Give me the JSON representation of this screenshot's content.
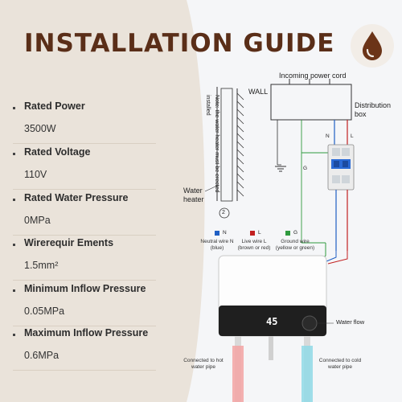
{
  "title": "INSTALLATION GUIDE",
  "specs": [
    {
      "label": "Rated Power",
      "value": "3500W"
    },
    {
      "label": "Rated Voltage",
      "value": "110V"
    },
    {
      "label": "Rated Water Pressure",
      "value": "0MPa"
    },
    {
      "label": "Wirerequir Ements",
      "value": "1.5mm²"
    },
    {
      "label": "Minimum Inflow Pressure",
      "value": "0.05MPa"
    },
    {
      "label": "Maximum Inflow Pressure",
      "value": "0.6MPa"
    }
  ],
  "diagram": {
    "incoming_power_cord": "Incoming power cord",
    "distribution_box_line1": "Distribution",
    "distribution_box_line2": "box",
    "wall": "WALL",
    "note": "Note: the water heater must be erected installed",
    "water_heater_line1": "Water",
    "water_heater_line2": "heater",
    "step_number": "2",
    "n_label": "N",
    "l_label": "L",
    "g_label": "G",
    "wire_g": "G",
    "legend": [
      {
        "code": "N",
        "color": "#1f5fc4",
        "line1": "Neutral wire N",
        "line2": "(blue)"
      },
      {
        "code": "L",
        "color": "#c22020",
        "line1": "Live wire L",
        "line2": "(brown or red)"
      },
      {
        "code": "G",
        "color": "#2f9a3e",
        "line1": "Ground wire",
        "line2": "(yellow or green)"
      }
    ],
    "display_temp": "45",
    "water_flow": "Water flow",
    "hot_pipe_line1": "Connected to hot",
    "hot_pipe_line2": "water pipe",
    "cold_pipe_line1": "Connected to cold",
    "cold_pipe_line2": "water pipe"
  },
  "colors": {
    "title": "#5a2e18",
    "beige": "#eae3da",
    "accent": "#6b3418"
  }
}
